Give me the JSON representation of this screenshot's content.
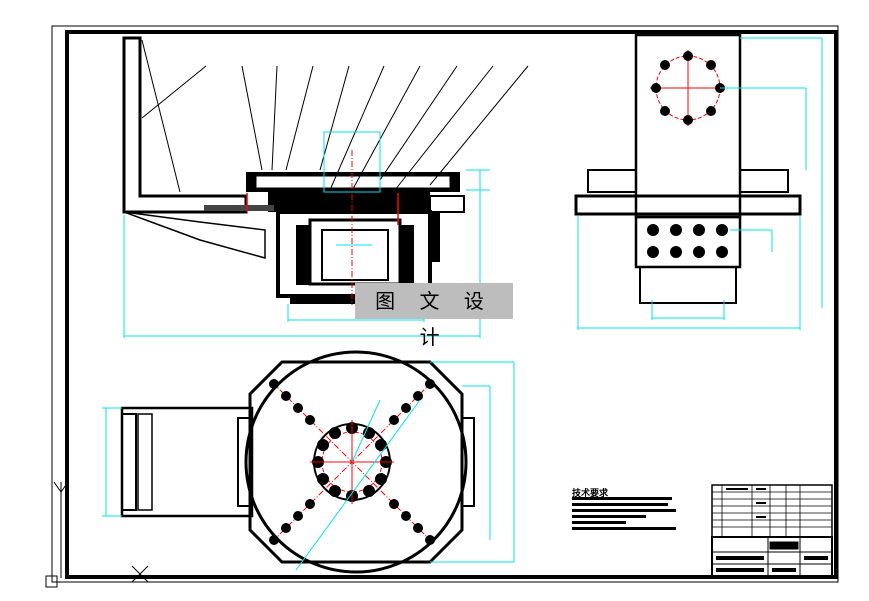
{
  "watermark": {
    "text": "图 文 设 计"
  },
  "technical_requirements": {
    "title": "技术要求"
  },
  "ucs_axis": {
    "y_label": "Y"
  },
  "colors": {
    "outline": "#000000",
    "dimension": "#00e5ee",
    "center_line": "#ff0000",
    "watermark_bg": "#bdbdbd"
  }
}
